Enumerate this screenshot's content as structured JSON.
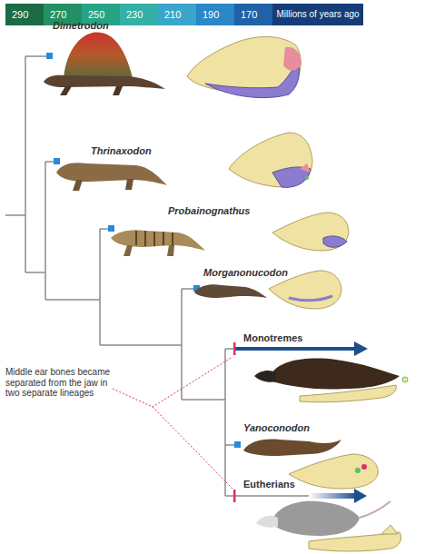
{
  "diagram": {
    "nodes": [
      {
        "text": [
          "290"
        ]
      },
      {
        "text": [
          "270"
        ]
      },
      {
        "text": [
          "250"
        ]
      },
      {
        "text": [
          "230"
        ]
      },
      {
        "text": [
          "210"
        ]
      },
      {
        "text": [
          "190"
        ]
      },
      {
        "text": [
          "170"
        ]
      },
      {
        "text": [
          "Millions of years ago"
        ]
      }
    ],
    "labels": [
      "Dimetrodon",
      "Thrinaxodon",
      "Probainognathus",
      "Morganonucodon",
      "Monotremes",
      "Yanoconodon",
      "Eutherians",
      "Middle ear bones became separated from the jaw in two separate lineages"
    ]
  }
}
